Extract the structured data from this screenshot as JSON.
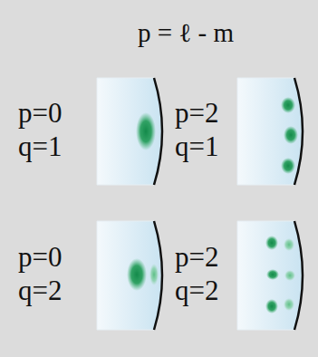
{
  "diagram": {
    "title": "p = ℓ - m",
    "labels": [
      "p=0",
      "q=1",
      "p=2",
      "q=1",
      "p=0",
      "q=2",
      "p=2",
      "q=2"
    ]
  }
}
